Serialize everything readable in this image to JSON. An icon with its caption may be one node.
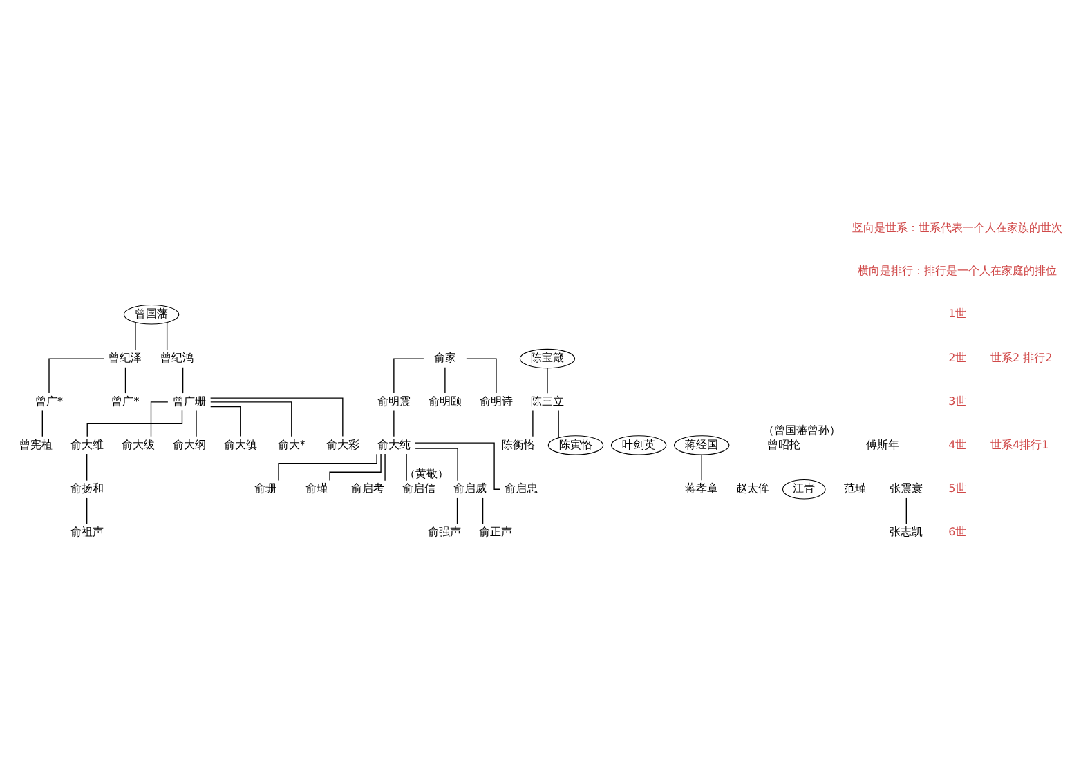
{
  "diagram": {
    "nodes": [
      {
        "text": [
          "曾国藩"
        ]
      },
      {
        "text": [
          "曾纪泽"
        ]
      },
      {
        "text": [
          "曾纪鸿"
        ]
      },
      {
        "text": [
          "俞家"
        ]
      },
      {
        "text": [
          "陈宝箴"
        ]
      },
      {
        "text": [
          "曾广*"
        ]
      },
      {
        "text": [
          "曾广*"
        ]
      },
      {
        "text": [
          "俞明震"
        ]
      },
      {
        "text": [
          "曾广珊"
        ]
      },
      {
        "text": [
          "俞明颐"
        ]
      },
      {
        "text": [
          "俞明诗"
        ]
      },
      {
        "text": [
          "陈三立"
        ]
      },
      {
        "text": [
          "叶剑英"
        ]
      },
      {
        "text": [
          "曾宪植"
        ]
      },
      {
        "text": [
          "俞大纯"
        ]
      },
      {
        "text": [
          "蒋经国"
        ]
      },
      {
        "text": [
          "俞大维"
        ]
      },
      {
        "text": [
          "俞大绂"
        ]
      },
      {
        "text": [
          "俞大纲"
        ]
      },
      {
        "text": [
          "俞大缜"
        ]
      },
      {
        "text": [
          "曾昭抡"
        ],
        "beside": [
          "（曾国藩曾孙）"
        ]
      },
      {
        "text": [
          "俞大*"
        ]
      },
      {
        "text": [
          "傅斯年"
        ]
      },
      {
        "text": [
          "俞大彩"
        ]
      },
      {
        "text": [
          "陈衡恪"
        ]
      },
      {
        "text": [
          "陈寅恪"
        ]
      },
      {
        "text": [
          "赵太侔"
        ]
      },
      {
        "text": [
          "俞珊"
        ]
      },
      {
        "text": [
          "俞瑾"
        ]
      },
      {
        "text": [
          "俞启考"
        ]
      },
      {
        "text": [
          "俞启信"
        ]
      },
      {
        "text": [
          "江青"
        ]
      },
      {
        "text": [
          "俞启威"
        ],
        "beside": [
          "（黄敬）"
        ]
      },
      {
        "text": [
          "范瑾"
        ]
      },
      {
        "text": [
          "俞启忠"
        ]
      },
      {
        "text": [
          "张震寰"
        ]
      },
      {
        "text": [
          "俞扬和"
        ]
      },
      {
        "text": [
          "蒋孝章"
        ]
      },
      {
        "text": [
          "俞强声"
        ]
      },
      {
        "text": [
          "俞正声"
        ]
      },
      {
        "text": [
          "张志凯"
        ]
      },
      {
        "text": [
          "俞祖声"
        ]
      }
    ],
    "edges": [
      {
        "from": 0,
        "to": 1,
        "arrow": "none"
      },
      {
        "from": 0,
        "to": 2,
        "arrow": "none"
      },
      {
        "from": 1,
        "to": 5,
        "arrow": "none"
      },
      {
        "from": 1,
        "to": 6,
        "arrow": "none"
      },
      {
        "from": 2,
        "to": 8,
        "arrow": "none"
      },
      {
        "from": 3,
        "to": 7,
        "arrow": "none"
      },
      {
        "from": 3,
        "to": 9,
        "arrow": "none"
      },
      {
        "from": 3,
        "to": 10,
        "arrow": "none"
      },
      {
        "from": 4,
        "to": 11,
        "arrow": "none"
      },
      {
        "from": 5,
        "to": 13,
        "arrow": "none"
      },
      {
        "from": 7,
        "to": 14,
        "arrow": "none"
      },
      {
        "from": 8,
        "to": 16,
        "arrow": "none"
      },
      {
        "from": 8,
        "to": 17,
        "arrow": "none"
      },
      {
        "from": 8,
        "to": 18,
        "arrow": "none"
      },
      {
        "from": 8,
        "to": 19,
        "arrow": "none"
      },
      {
        "from": 8,
        "to": 21,
        "arrow": "none"
      },
      {
        "from": 8,
        "to": 23,
        "arrow": "none"
      },
      {
        "from": 11,
        "to": 24,
        "arrow": "none"
      },
      {
        "from": 11,
        "to": 25,
        "arrow": "none"
      },
      {
        "from": 14,
        "to": 27,
        "arrow": "none"
      },
      {
        "from": 14,
        "to": 28,
        "arrow": "none"
      },
      {
        "from": 14,
        "to": 29,
        "arrow": "none"
      },
      {
        "from": 14,
        "to": 30,
        "arrow": "none"
      },
      {
        "from": 14,
        "to": 32,
        "arrow": "none"
      },
      {
        "from": 14,
        "to": 34,
        "arrow": "none"
      },
      {
        "from": 15,
        "to": 37,
        "arrow": "none"
      },
      {
        "from": 16,
        "to": 36,
        "arrow": "none"
      },
      {
        "from": 32,
        "to": 38,
        "arrow": "none"
      },
      {
        "from": 32,
        "to": 39,
        "arrow": "none"
      },
      {
        "from": 35,
        "to": 40,
        "arrow": "none"
      },
      {
        "from": 36,
        "to": 41,
        "arrow": "none"
      }
    ],
    "labels": [
      "竖向是世系：世系代表一个人在家族的世次",
      "横向是排行：排行是一个人在家庭的排位",
      "1世",
      "2世",
      "世系2 排行2",
      "3世",
      "世系4排行1",
      "4世",
      "5世",
      "6世"
    ]
  }
}
